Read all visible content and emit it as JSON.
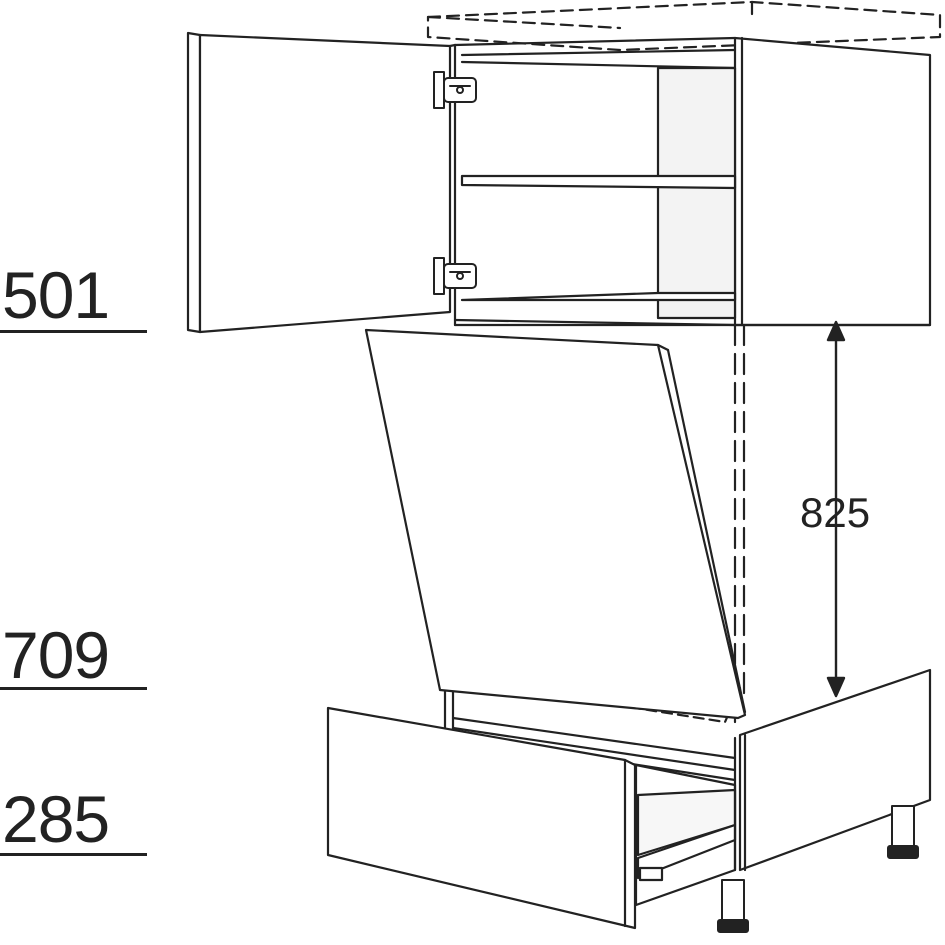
{
  "drawing": {
    "front_heights": [
      {
        "label": "501"
      },
      {
        "label": "709"
      },
      {
        "label": "285"
      }
    ],
    "appliance_niche_height": "825",
    "line_color": "#222222",
    "fill_color": "#ffffff",
    "shade_color": "#eeeeee"
  }
}
